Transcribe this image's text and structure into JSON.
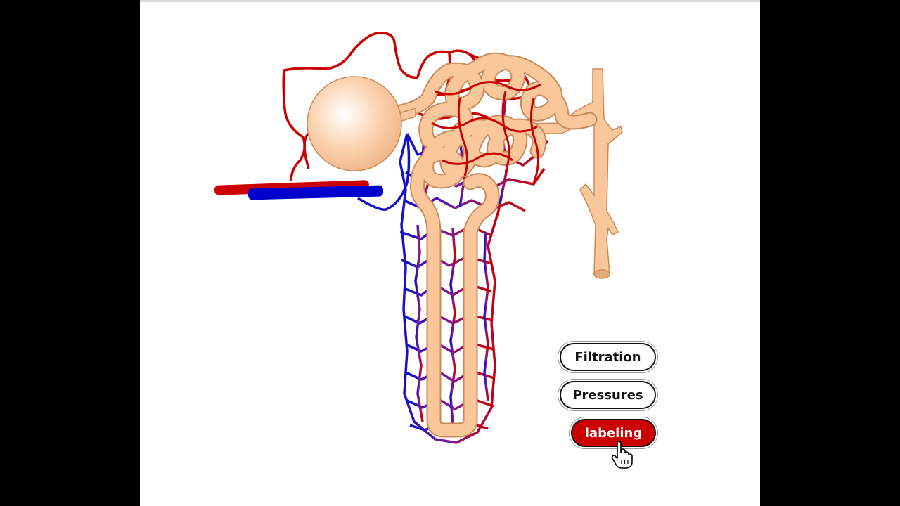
{
  "buttons": {
    "filtration": "Filtration",
    "pressures": "Pressures",
    "labeling": "labeling"
  },
  "colors": {
    "background": "#000000",
    "stage": "#ffffff",
    "arterial": "#cc0000",
    "venous": "#0000cc",
    "tubule": "#f9c79a",
    "tubule_outline": "#c98a58",
    "active_button": "#cc0000"
  },
  "icons": {
    "cursor": "hand-pointer-icon"
  }
}
